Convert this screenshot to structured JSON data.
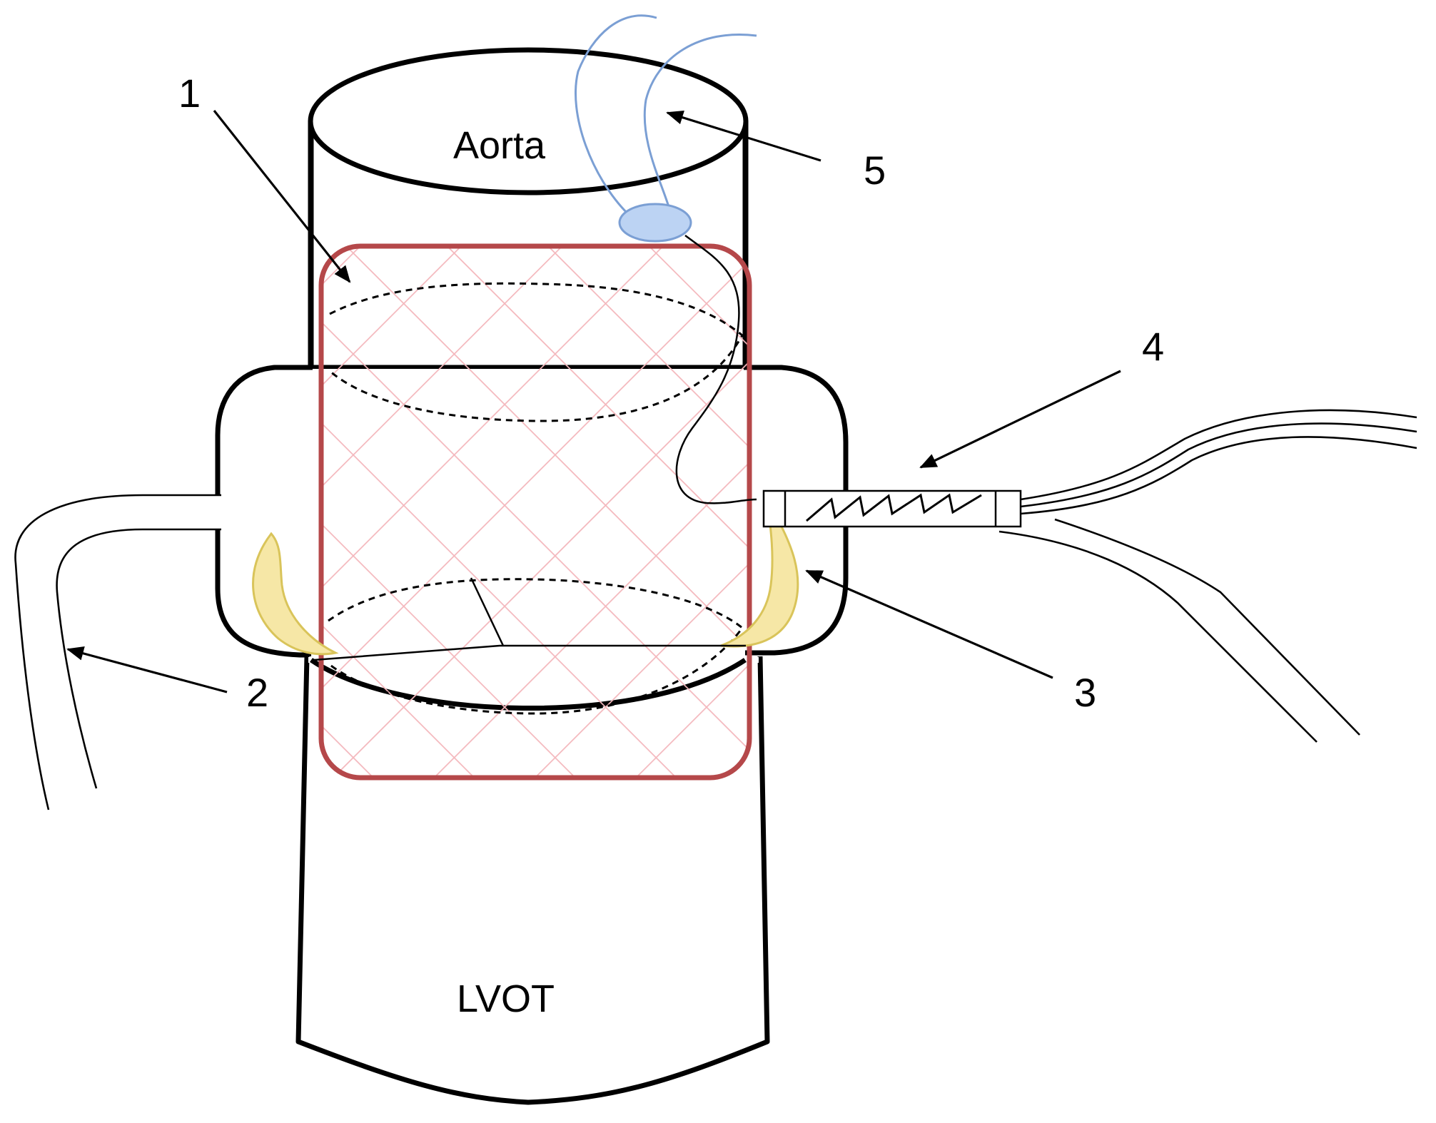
{
  "labels": {
    "aorta": "Aorta",
    "lvot": "LVOT",
    "callouts": [
      "1",
      "2",
      "3",
      "4",
      "5"
    ]
  },
  "colors": {
    "outline": "#000000",
    "stent_frame": "#b5484a",
    "stent_mesh": "#f4b8bd",
    "leaflet_fill": "#f6e7a6",
    "leaflet_stroke": "#d9c45a",
    "wire": "#7b9fd4",
    "wire_tip": "#bcd3f3"
  },
  "icons": [
    "arrow-icon"
  ]
}
